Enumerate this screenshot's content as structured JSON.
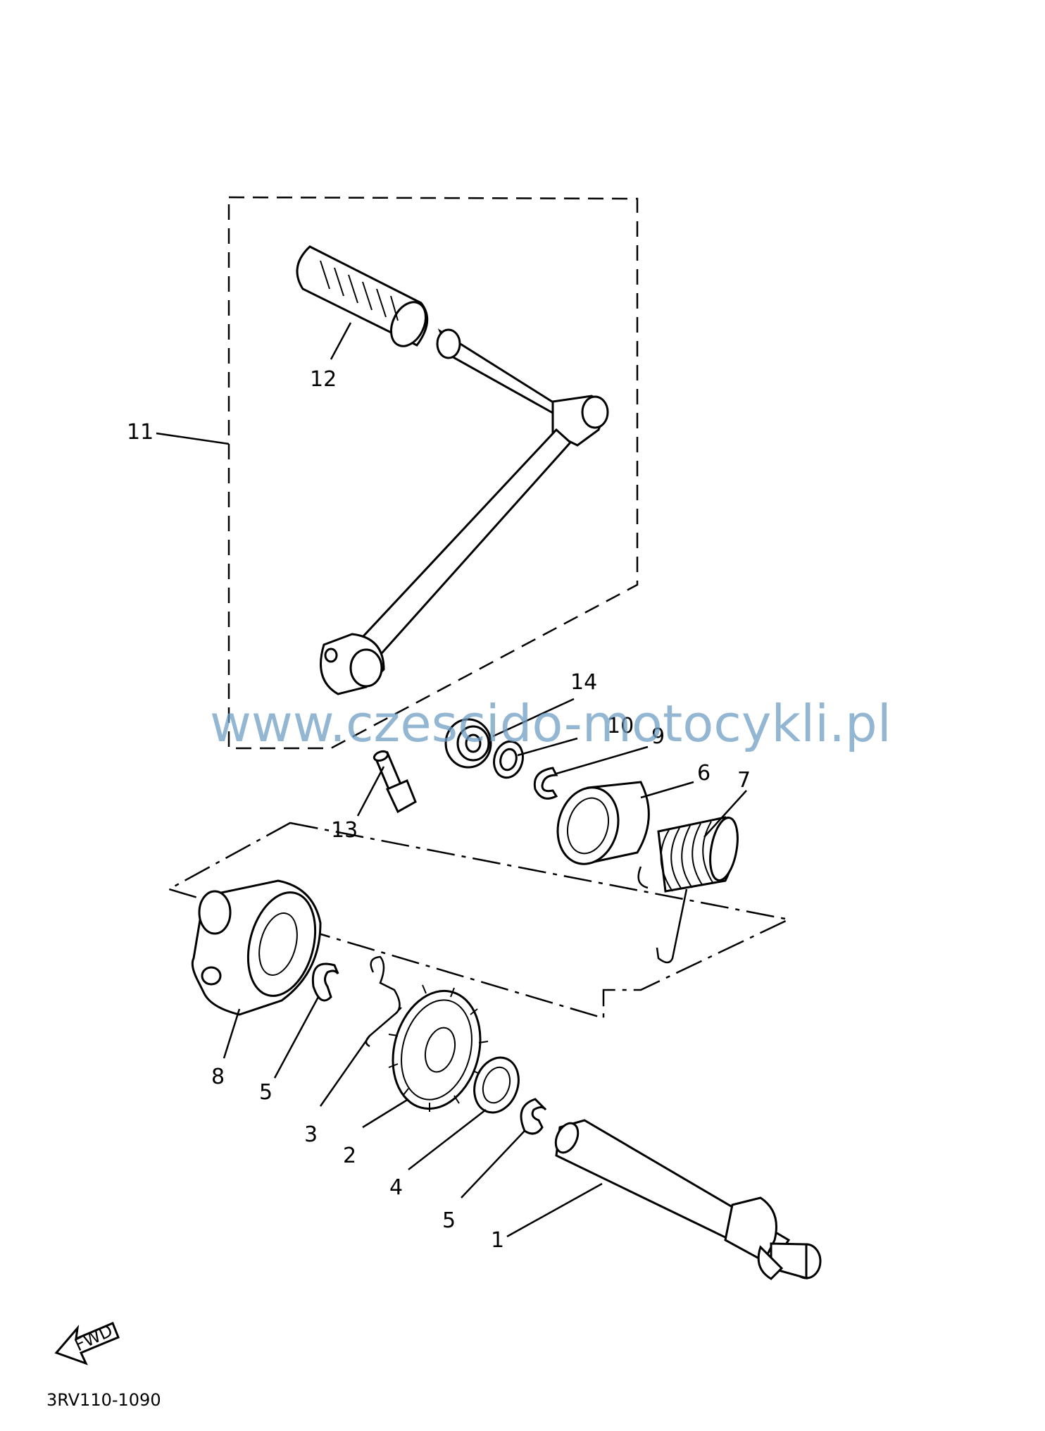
{
  "diagram": {
    "code": "3RV110-1090",
    "watermark": "www.czescido-motocykli.pl",
    "fwd_label": "FWD",
    "callouts": [
      {
        "id": "1",
        "text": "1"
      },
      {
        "id": "2",
        "text": "2"
      },
      {
        "id": "3",
        "text": "3"
      },
      {
        "id": "4",
        "text": "4"
      },
      {
        "id": "5a",
        "text": "5"
      },
      {
        "id": "5b",
        "text": "5"
      },
      {
        "id": "6",
        "text": "6"
      },
      {
        "id": "7",
        "text": "7"
      },
      {
        "id": "8",
        "text": "8"
      },
      {
        "id": "9",
        "text": "9"
      },
      {
        "id": "10",
        "text": "10"
      },
      {
        "id": "11",
        "text": "11"
      },
      {
        "id": "12",
        "text": "12"
      },
      {
        "id": "13",
        "text": "13"
      },
      {
        "id": "14",
        "text": "14"
      }
    ]
  }
}
